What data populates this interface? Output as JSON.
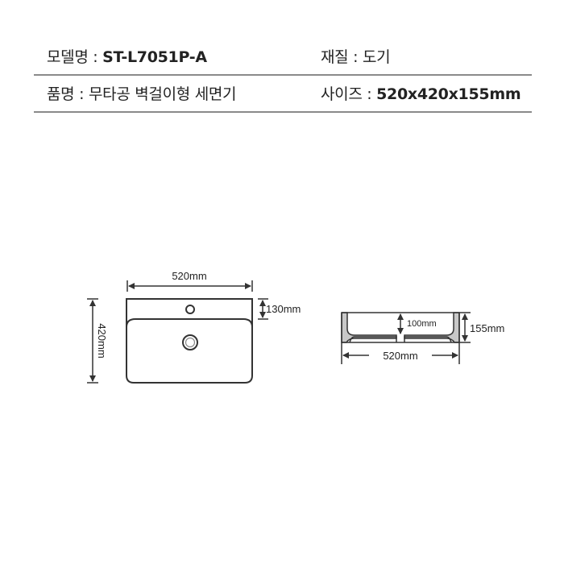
{
  "specs": {
    "model": {
      "label": "모델명 : ",
      "value": "ST-L7051P-A"
    },
    "material": {
      "label": "재질 : ",
      "value": "도기"
    },
    "product_name": {
      "label": "품명 : ",
      "value": "무타공 벽걸이형 세면기"
    },
    "size": {
      "label": "사이즈 : ",
      "value": "520x420x155mm"
    }
  },
  "top_view": {
    "width_label": "520mm",
    "depth_label": "420mm",
    "deck_label": "130mm"
  },
  "side_view": {
    "inner_depth_label": "100mm",
    "height_label": "155mm",
    "width_label": "520mm"
  },
  "colors": {
    "line": "#333333",
    "section_fill": "#c8c8c8",
    "divider": "#8a8a8a"
  }
}
